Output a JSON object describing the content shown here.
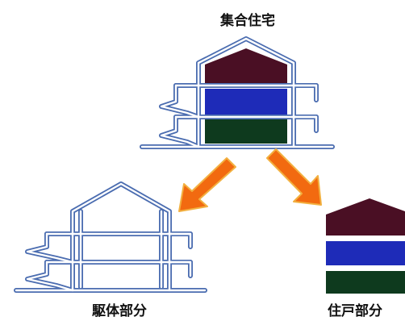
{
  "labels": {
    "top": "集合住宅",
    "bottom_left": "駆体部分",
    "bottom_right": "住戸部分"
  },
  "colors": {
    "frame_outer": "#4a6cb0",
    "frame_inner": "#ffffff",
    "roof_unit": "#4a0f24",
    "middle_unit": "#1e2bb8",
    "bottom_unit": "#0e3a1e",
    "arrow_fill": "#f26a10",
    "arrow_edge": "#f2b040",
    "text": "#111111"
  },
  "icons": {
    "arrow_left": "arrow-down-left-icon",
    "arrow_right": "arrow-down-right-icon"
  }
}
